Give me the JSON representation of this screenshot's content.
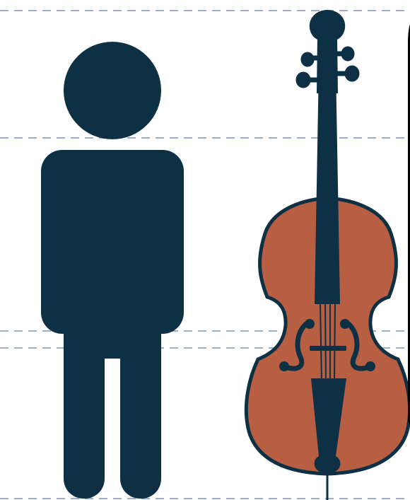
{
  "scene": {
    "background": "#ffffff",
    "figures": [
      {
        "name": "person-silhouette",
        "color": "#0e3044"
      },
      {
        "name": "cello",
        "body_color": "#b85e42",
        "outline_color": "#0e3044"
      }
    ],
    "guide_lines": {
      "count": 5,
      "color": "#9eb0c6",
      "style": "dashed"
    },
    "side_panel": {
      "color": "#000000"
    }
  }
}
